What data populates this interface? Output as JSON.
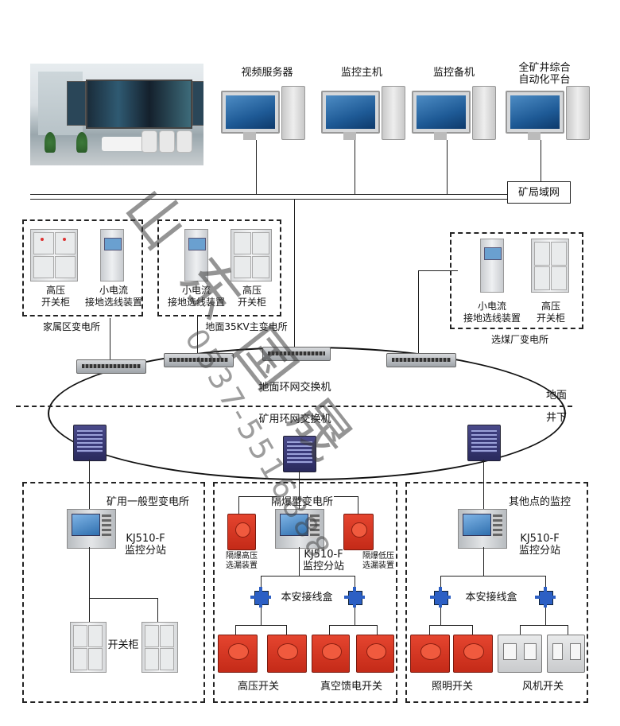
{
  "top": {
    "video_server": "视频服务器",
    "monitor_host": "监控主机",
    "monitor_backup": "监控备机",
    "mine_platform": "全矿井综合\n自动化平台",
    "lan": "矿局域网"
  },
  "substations_surface": {
    "family": {
      "hv_cabinet": "高压\n开关柜",
      "small_current": "小电流\n接地选线装置",
      "title": "家属区变电所"
    },
    "main35": {
      "small_current": "小电流\n接地选线装置",
      "hv_cabinet": "高压\n开关柜",
      "title": "地面35KV主变电所"
    },
    "coal_prep": {
      "small_current": "小电流\n接地选线装置",
      "hv_cabinet": "高压\n开关柜",
      "title": "选煤厂变电所"
    }
  },
  "ring": {
    "surface_switch": "地面环网交换机",
    "mine_switch": "矿用环网交换机",
    "surface": "地面",
    "underground": "井下"
  },
  "underground": {
    "general": {
      "title": "矿用一般型变电所",
      "station": "KJ510-F\n监控分站",
      "cabinet": "开关柜"
    },
    "flameproof": {
      "title": "隔爆型变电所",
      "hv_device": "隔爆高压\n选漏装置",
      "station": "KJ510-F\n监控分站",
      "lv_device": "隔爆低压\n选漏装置",
      "jbox": "本安接线盒",
      "hv_switch": "高压开关",
      "vac_switch": "真空馈电开关"
    },
    "other": {
      "title": "其他点的监控",
      "station": "KJ510-F\n监控分站",
      "jbox": "本安接线盒",
      "light_switch": "照明开关",
      "fan_switch": "风机开关"
    }
  },
  "watermark": {
    "text": "山东国晟",
    "number": "0537-5516888"
  },
  "colors": {
    "line": "#222222",
    "red_switch": "#d6371f",
    "jbox_blue": "#2c5fc4"
  }
}
